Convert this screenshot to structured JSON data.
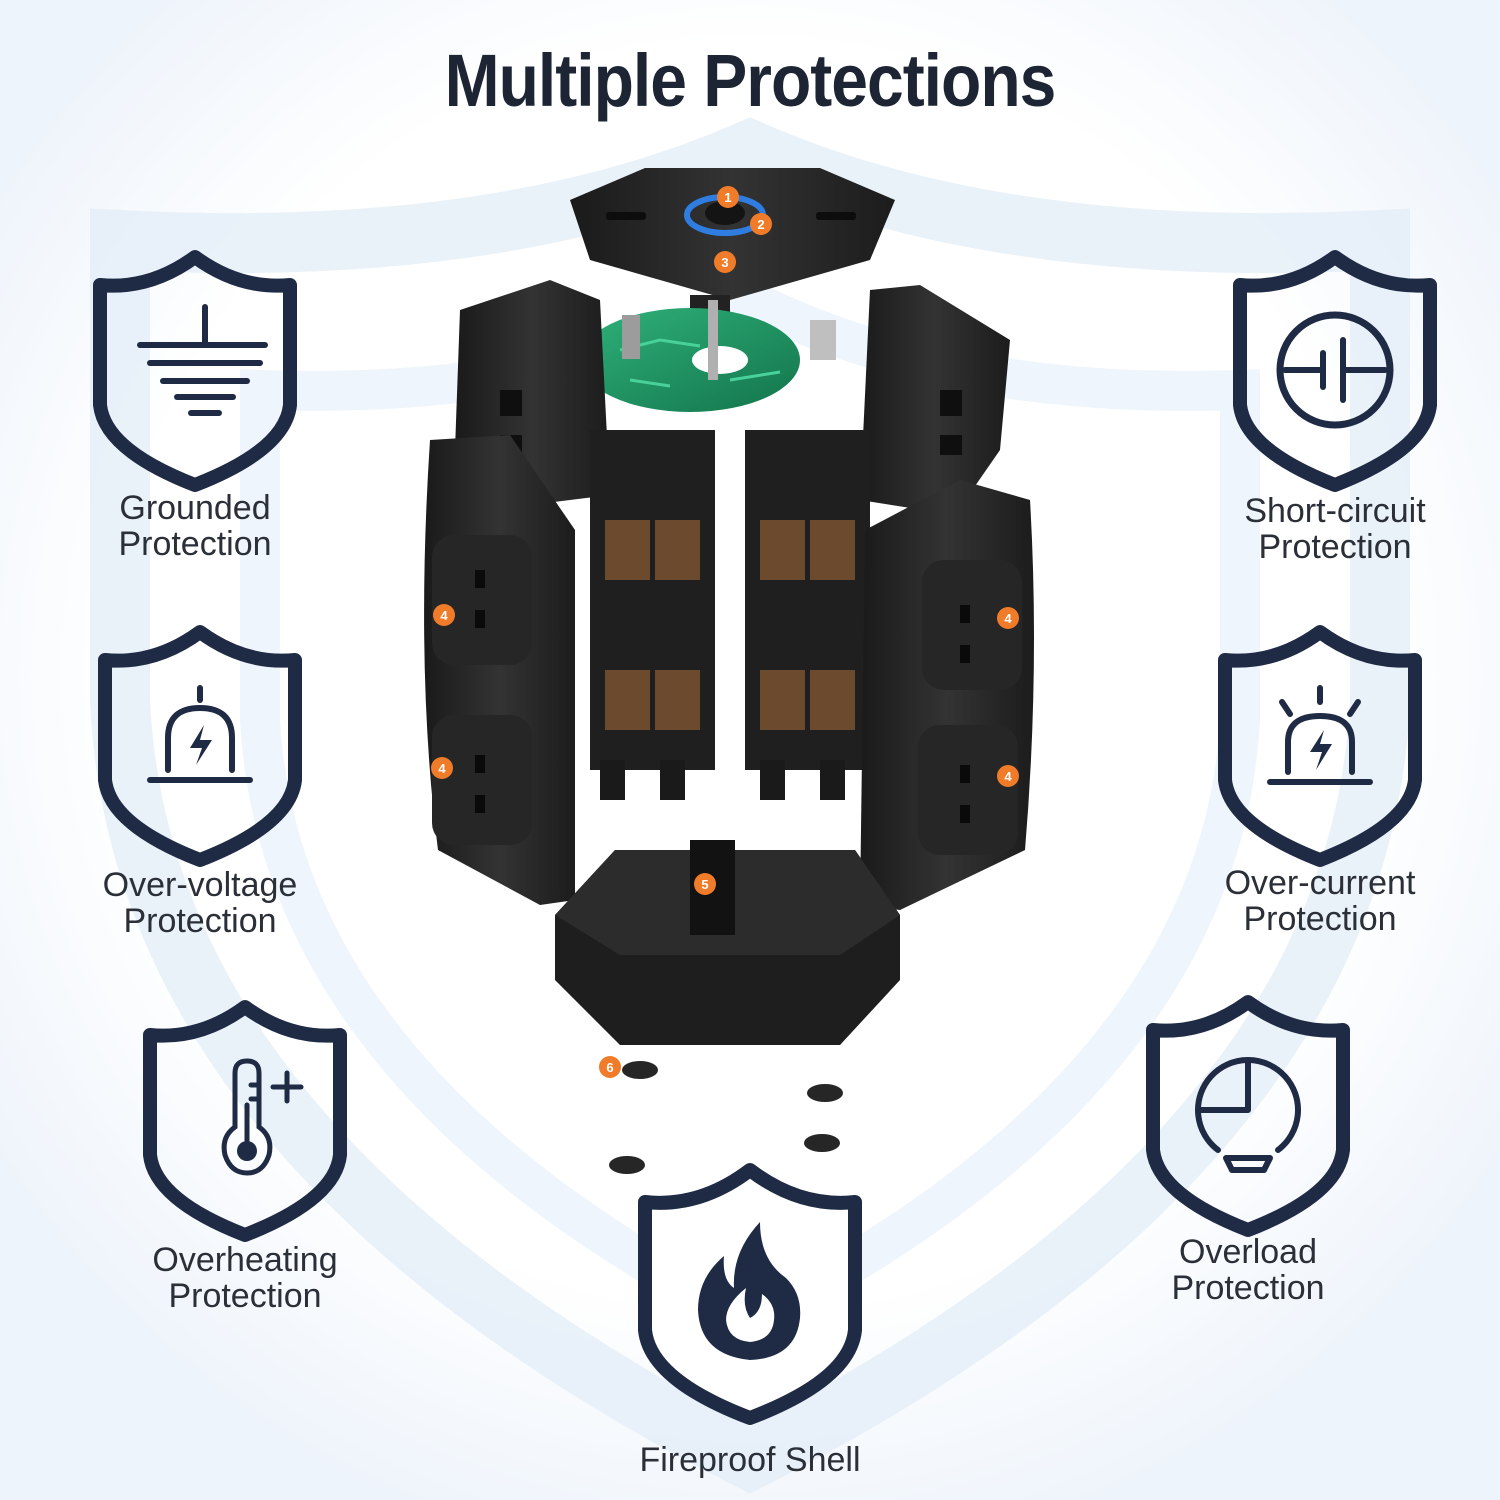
{
  "title": "Multiple Protections",
  "colors": {
    "navy": "#1f2a44",
    "text": "#2b2f38",
    "badge": "#f07c2a",
    "pcb": "#1f9a6a",
    "plastic": "#2a2a2a",
    "glow": "#dbe8f7"
  },
  "features": {
    "grounded": {
      "icon": "ground-icon",
      "line1": "Grounded",
      "line2": "Protection"
    },
    "short_circuit": {
      "icon": "battery-circle-icon",
      "line1": "Short-circuit",
      "line2": "Protection"
    },
    "over_voltage": {
      "icon": "alarm-light-icon",
      "line1": "Over-voltage",
      "line2": "Protection"
    },
    "over_current": {
      "icon": "alarm-light-rays-icon",
      "line1": "Over-current",
      "line2": "Protection"
    },
    "overheating": {
      "icon": "thermometer-plus-icon",
      "line1": "Overheating",
      "line2": "Protection"
    },
    "overload": {
      "icon": "gauge-icon",
      "line1": "Overload",
      "line2": "Protection"
    },
    "fireproof": {
      "icon": "flame-icon",
      "line1": "Fireproof Shell"
    }
  },
  "callouts": [
    "1",
    "2",
    "3",
    "4",
    "4",
    "4",
    "4",
    "5",
    "6"
  ]
}
